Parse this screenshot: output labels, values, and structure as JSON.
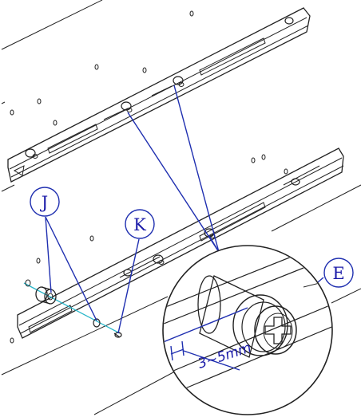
{
  "diagram": {
    "callouts": [
      {
        "id": "callout-j",
        "label": "J"
      },
      {
        "id": "callout-k",
        "label": "K"
      },
      {
        "id": "callout-e",
        "label": "E"
      }
    ],
    "dimension": {
      "label": "3~5mm"
    },
    "colors": {
      "callout": "#1f2fb0",
      "line": "#222222",
      "spacer_axis": "#27b6c9",
      "background": "#ffffff"
    }
  }
}
